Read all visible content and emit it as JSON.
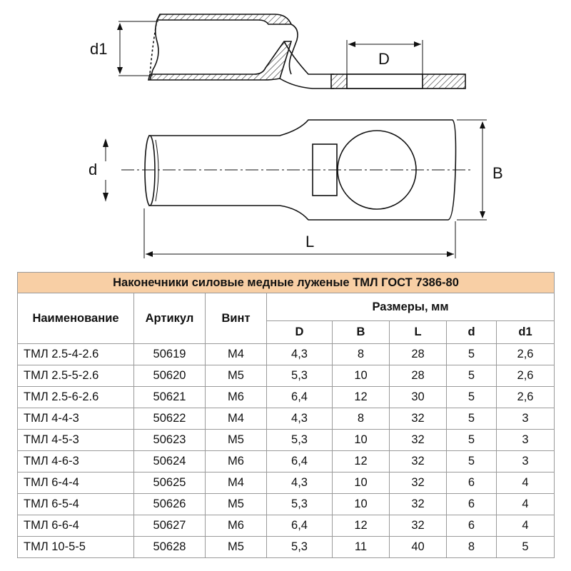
{
  "drawing": {
    "labels": {
      "d1": "d1",
      "D": "D",
      "d": "d",
      "B": "B",
      "L": "L"
    }
  },
  "table": {
    "title": "Наконечники силовые медные луженые ТМЛ ГОСТ 7386-80",
    "headers": {
      "name": "Наименование",
      "article": "Артикул",
      "screw": "Винт",
      "dims_group": "Размеры, мм",
      "D": "D",
      "B": "B",
      "L": "L",
      "d": "d",
      "d1": "d1"
    },
    "rows": [
      {
        "name": "ТМЛ 2.5-4-2.6",
        "article": "50619",
        "screw": "М4",
        "D": "4,3",
        "B": "8",
        "L": "28",
        "d": "5",
        "d1": "2,6"
      },
      {
        "name": "ТМЛ 2.5-5-2.6",
        "article": "50620",
        "screw": "М5",
        "D": "5,3",
        "B": "10",
        "L": "28",
        "d": "5",
        "d1": "2,6"
      },
      {
        "name": "ТМЛ 2.5-6-2.6",
        "article": "50621",
        "screw": "М6",
        "D": "6,4",
        "B": "12",
        "L": "30",
        "d": "5",
        "d1": "2,6"
      },
      {
        "name": "ТМЛ 4-4-3",
        "article": "50622",
        "screw": "М4",
        "D": "4,3",
        "B": "8",
        "L": "32",
        "d": "5",
        "d1": "3"
      },
      {
        "name": "ТМЛ 4-5-3",
        "article": "50623",
        "screw": "М5",
        "D": "5,3",
        "B": "10",
        "L": "32",
        "d": "5",
        "d1": "3"
      },
      {
        "name": "ТМЛ 4-6-3",
        "article": "50624",
        "screw": "М6",
        "D": "6,4",
        "B": "12",
        "L": "32",
        "d": "5",
        "d1": "3"
      },
      {
        "name": "ТМЛ 6-4-4",
        "article": "50625",
        "screw": "М4",
        "D": "4,3",
        "B": "10",
        "L": "32",
        "d": "6",
        "d1": "4"
      },
      {
        "name": "ТМЛ 6-5-4",
        "article": "50626",
        "screw": "М5",
        "D": "5,3",
        "B": "10",
        "L": "32",
        "d": "6",
        "d1": "4"
      },
      {
        "name": "ТМЛ 6-6-4",
        "article": "50627",
        "screw": "М6",
        "D": "6,4",
        "B": "12",
        "L": "32",
        "d": "6",
        "d1": "4"
      },
      {
        "name": "ТМЛ 10-5-5",
        "article": "50628",
        "screw": "М5",
        "D": "5,3",
        "B": "11",
        "L": "40",
        "d": "8",
        "d1": "5"
      }
    ]
  },
  "colors": {
    "title_bg": "#f8cfa5",
    "border": "#9a9a9a"
  }
}
